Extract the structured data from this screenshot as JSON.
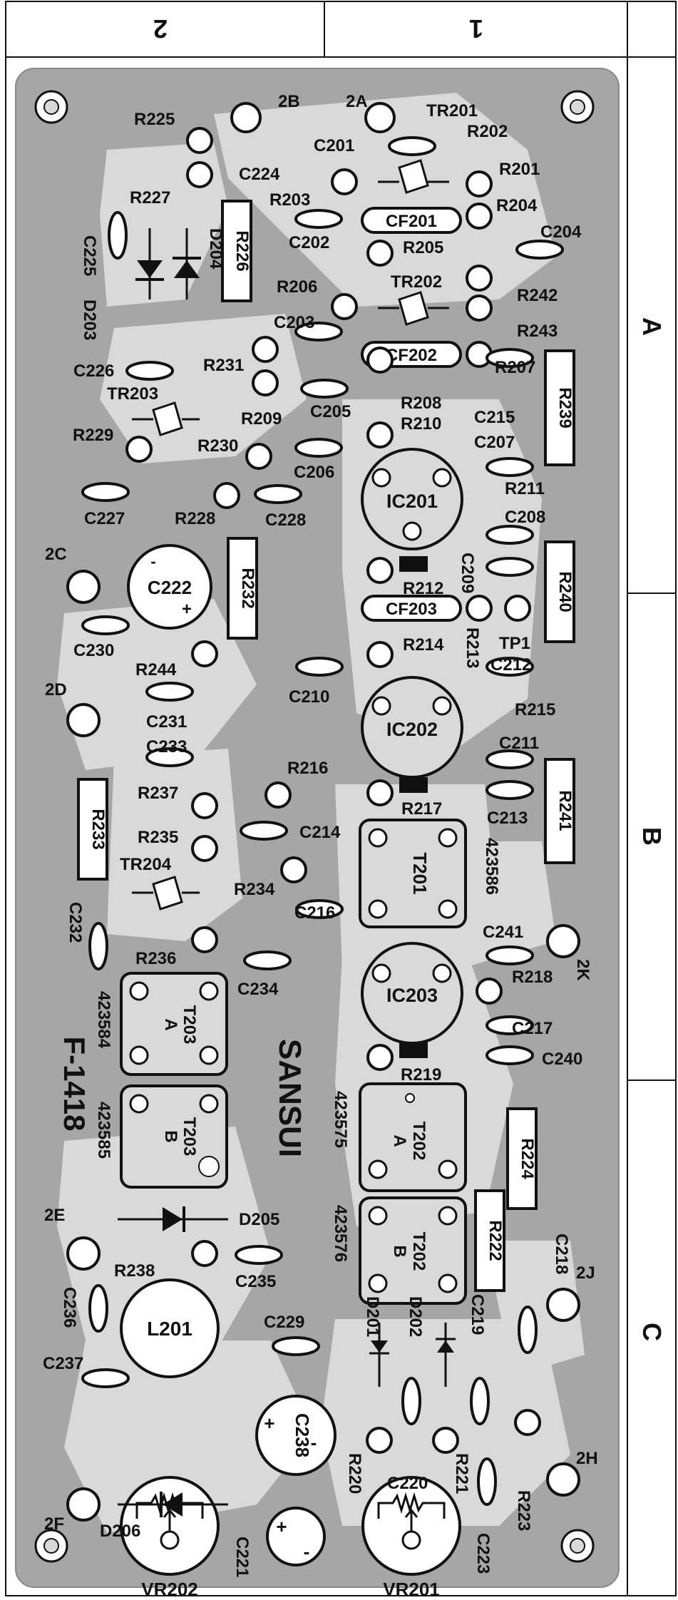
{
  "grid": {
    "columns": [
      "2",
      "1"
    ],
    "rows": [
      "A",
      "B",
      "C"
    ]
  },
  "board": {
    "id": "F-1418",
    "maker": "SANSUI"
  },
  "labels": {
    "r201": "R201",
    "r202": "R202",
    "r203": "R203",
    "r204": "R204",
    "r205": "R205",
    "r206": "R206",
    "r207": "R207",
    "r208": "R208",
    "r209": "R209",
    "r210": "R210",
    "r211": "R211",
    "r212": "R212",
    "r213": "R213",
    "r214": "R214",
    "r215": "R215",
    "r216": "R216",
    "r217": "R217",
    "r218": "R218",
    "r219": "R219",
    "r220": "R220",
    "r221": "R221",
    "r222": "R222",
    "r223": "R223",
    "r224": "R224",
    "r225": "R225",
    "r226": "R226",
    "r227": "R227",
    "r228": "R228",
    "r229": "R229",
    "r230": "R230",
    "r231": "R231",
    "r232": "R232",
    "r233": "R233",
    "r234": "R234",
    "r235": "R235",
    "r236": "R236",
    "r237": "R237",
    "r238": "R238",
    "r239": "R239",
    "r240": "R240",
    "r241": "R241",
    "r242": "R242",
    "r243": "R243",
    "r244": "R244",
    "c201": "C201",
    "c202": "C202",
    "c203": "C203",
    "c204": "C204",
    "c205": "C205",
    "c206": "C206",
    "c207": "C207",
    "c208": "C208",
    "c209": "C209",
    "c210": "C210",
    "c211": "C211",
    "c212": "C212",
    "c213": "C213",
    "c214": "C214",
    "c215": "C215",
    "c216": "C216",
    "c217": "C217",
    "c218": "C218",
    "c219": "C219",
    "c220": "C220",
    "c221": "C221",
    "c222": "C222",
    "c223": "C223",
    "c224": "C224",
    "c225": "C225",
    "c226": "C226",
    "c227": "C227",
    "c228": "C228",
    "c229": "C229",
    "c230": "C230",
    "c231": "C231",
    "c232": "C232",
    "c233": "C233",
    "c234": "C234",
    "c235": "C235",
    "c236": "C236",
    "c237": "C237",
    "c238": "C238",
    "c240": "C240",
    "c241": "C241",
    "tr201": "TR201",
    "tr202": "TR202",
    "tr203": "TR203",
    "tr204": "TR204",
    "cf201": "CF201",
    "cf202": "CF202",
    "cf203": "CF203",
    "ic201": "IC201",
    "ic202": "IC202",
    "ic203": "IC203",
    "t201": "T201",
    "t202": "T202",
    "t203": "T203",
    "d201": "D201",
    "d202": "D202",
    "d203": "D203",
    "d204": "D204",
    "d205": "D205",
    "d206": "D206",
    "l201": "L201",
    "vr201": "VR201",
    "vr202": "VR202",
    "tp1": "TP1",
    "p2a": "2A",
    "p2b": "2B",
    "p2c": "2C",
    "p2d": "2D",
    "p2e": "2E",
    "p2f": "2F",
    "p2h": "2H",
    "p2j": "2J",
    "p2k": "2K",
    "part423584": "423584",
    "part423585": "423585",
    "part423586": "423586",
    "part423575": "423575",
    "part423576": "423576",
    "subA": "A",
    "subB": "B",
    "plus": "+",
    "minus": "-"
  },
  "colors": {
    "board": "#a6a6a6",
    "copper": "#d9d9d9",
    "outline": "#111111",
    "background": "#ffffff"
  }
}
